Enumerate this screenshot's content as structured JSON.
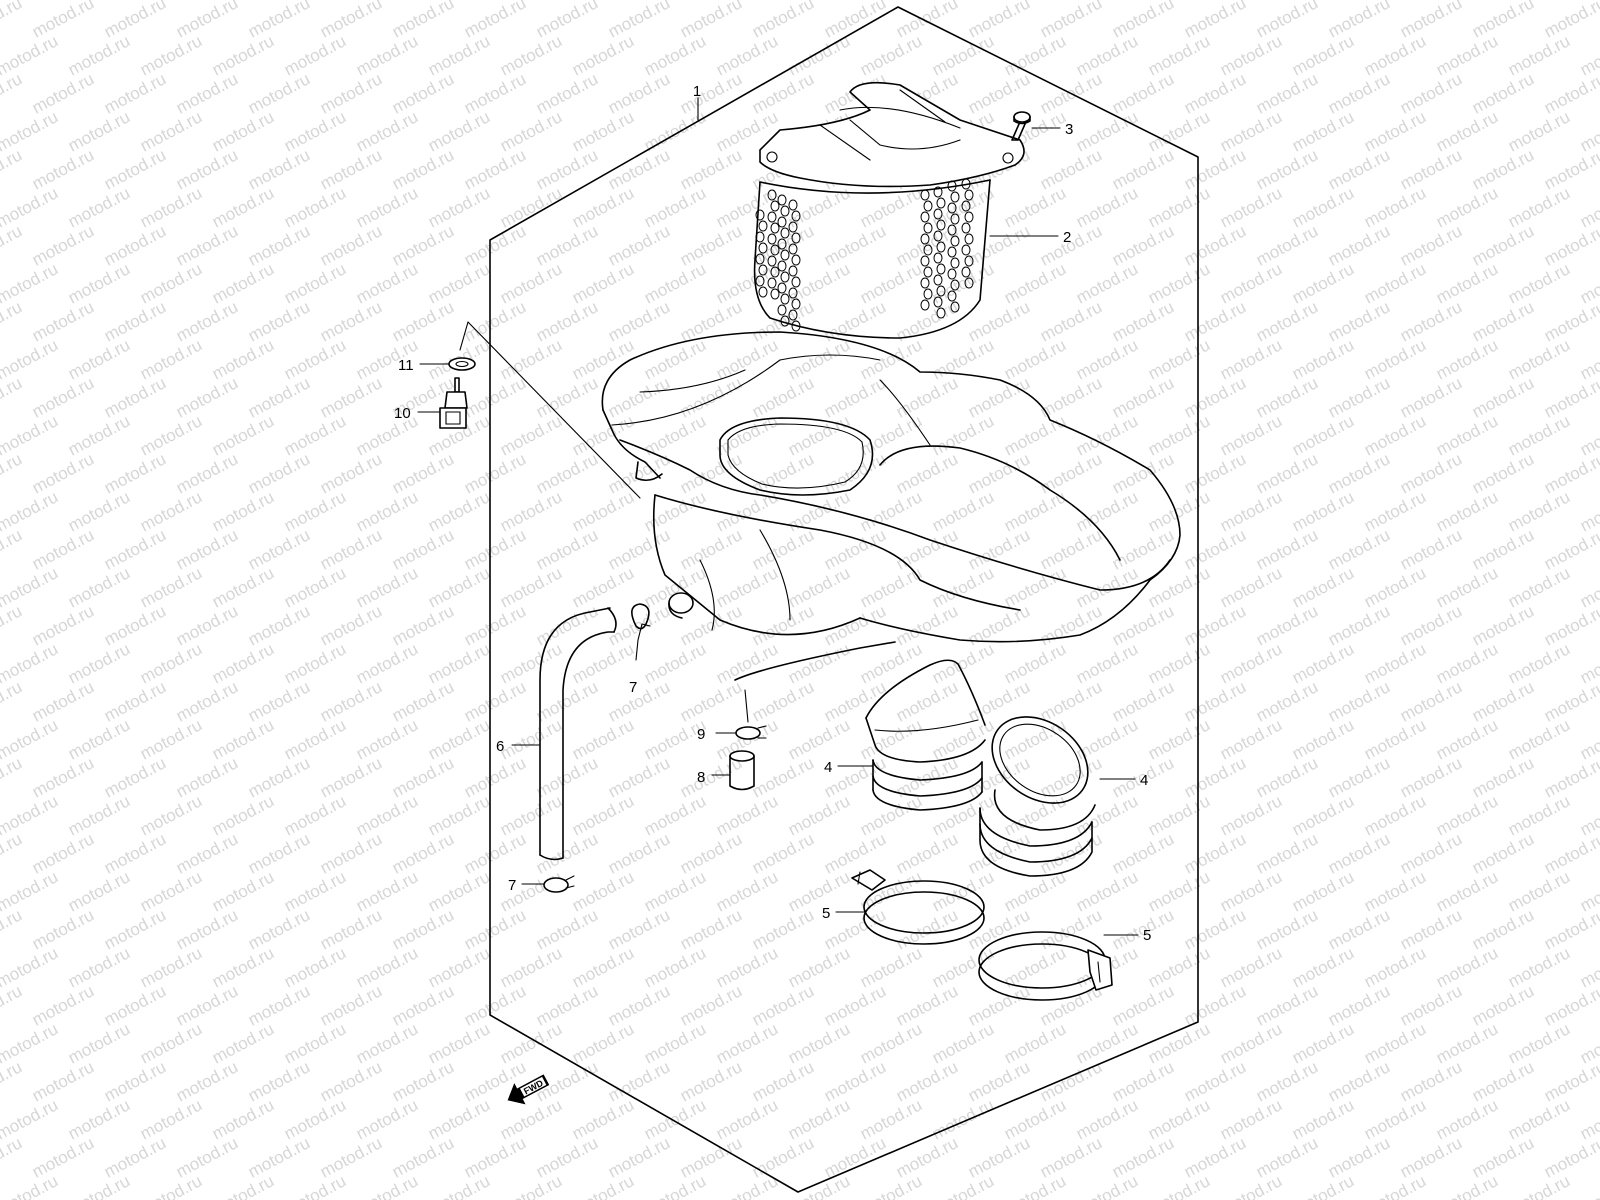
{
  "watermark": "motod.ru",
  "fwd_label": "FWD",
  "callouts": [
    {
      "id": "1",
      "part": "air-cleaner-box"
    },
    {
      "id": "2",
      "part": "air-filter-element"
    },
    {
      "id": "3",
      "part": "screw"
    },
    {
      "id": "4",
      "part": "intake-funnel-front"
    },
    {
      "id": "4",
      "part": "intake-funnel-rear"
    },
    {
      "id": "5",
      "part": "hose-clamp-left"
    },
    {
      "id": "5",
      "part": "hose-clamp-right"
    },
    {
      "id": "6",
      "part": "drain-hose"
    },
    {
      "id": "7",
      "part": "hose-clip-upper"
    },
    {
      "id": "7",
      "part": "hose-clip-lower"
    },
    {
      "id": "8",
      "part": "drain-plug"
    },
    {
      "id": "9",
      "part": "clip"
    },
    {
      "id": "10",
      "part": "intake-air-temp-sensor"
    },
    {
      "id": "11",
      "part": "o-ring"
    }
  ],
  "colors": {
    "line": "#000000",
    "watermark": "#d6d6d6",
    "background": "#ffffff"
  }
}
